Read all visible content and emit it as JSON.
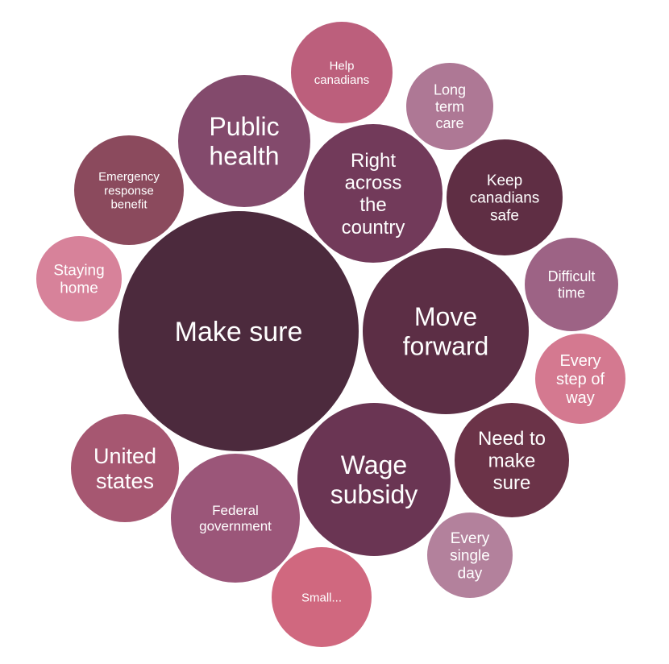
{
  "chart_data": {
    "type": "bubble",
    "title": "",
    "bubbles": [
      {
        "label": "Make sure",
        "color": "#4c2a3d"
      },
      {
        "label": "Move forward",
        "color": "#5c2e45"
      },
      {
        "label": "Wage subsidy",
        "color": "#6a3553"
      },
      {
        "label": "Right across the country",
        "color": "#723a5a"
      },
      {
        "label": "Public health",
        "color": "#834a6c"
      },
      {
        "label": "Federal government",
        "color": "#9b5679"
      },
      {
        "label": "Keep canadians safe",
        "color": "#5f2e44"
      },
      {
        "label": "Need to make sure",
        "color": "#6b3348"
      },
      {
        "label": "United states",
        "color": "#a65771"
      },
      {
        "label": "Emergency response benefit",
        "color": "#8b4a5d"
      },
      {
        "label": "Help canadians",
        "color": "#bc5f7c"
      },
      {
        "label": "Small...",
        "color": "#d0687f"
      },
      {
        "label": "Difficult time",
        "color": "#9d6385"
      },
      {
        "label": "Every step of way",
        "color": "#d47990"
      },
      {
        "label": "Long term care",
        "color": "#ae7895"
      },
      {
        "label": "Every single day",
        "color": "#b3819c"
      },
      {
        "label": "Staying home",
        "color": "#d7829a"
      }
    ]
  }
}
